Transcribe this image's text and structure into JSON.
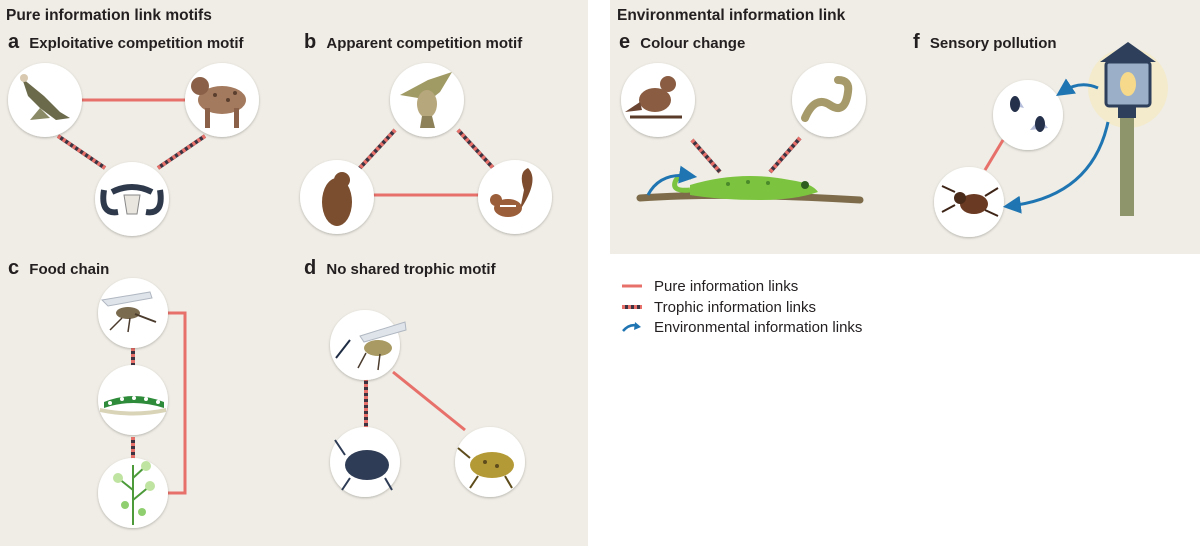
{
  "sections": {
    "pure": {
      "title": "Pure information link motifs"
    },
    "environmental": {
      "title": "Environmental information link"
    }
  },
  "panels": [
    {
      "letter": "a",
      "title": "Exploitative competition motif"
    },
    {
      "letter": "b",
      "title": "Apparent competition motif"
    },
    {
      "letter": "c",
      "title": "Food chain"
    },
    {
      "letter": "d",
      "title": "No shared trophic motif"
    },
    {
      "letter": "e",
      "title": "Colour change"
    },
    {
      "letter": "f",
      "title": "Sensory pollution"
    }
  ],
  "legend": [
    {
      "label": "Pure information links",
      "color": "#e8706a",
      "style": "solid"
    },
    {
      "label": "Trophic information links",
      "color": "#3d3341",
      "style": "dashed"
    },
    {
      "label": "Environmental information links",
      "color": "#1f75b2",
      "style": "arrow"
    }
  ],
  "colors": {
    "panel_background": "#efede5",
    "pure_link": "#e8706a",
    "trophic_link": "#3d3341",
    "environmental_link": "#1f75b2"
  }
}
